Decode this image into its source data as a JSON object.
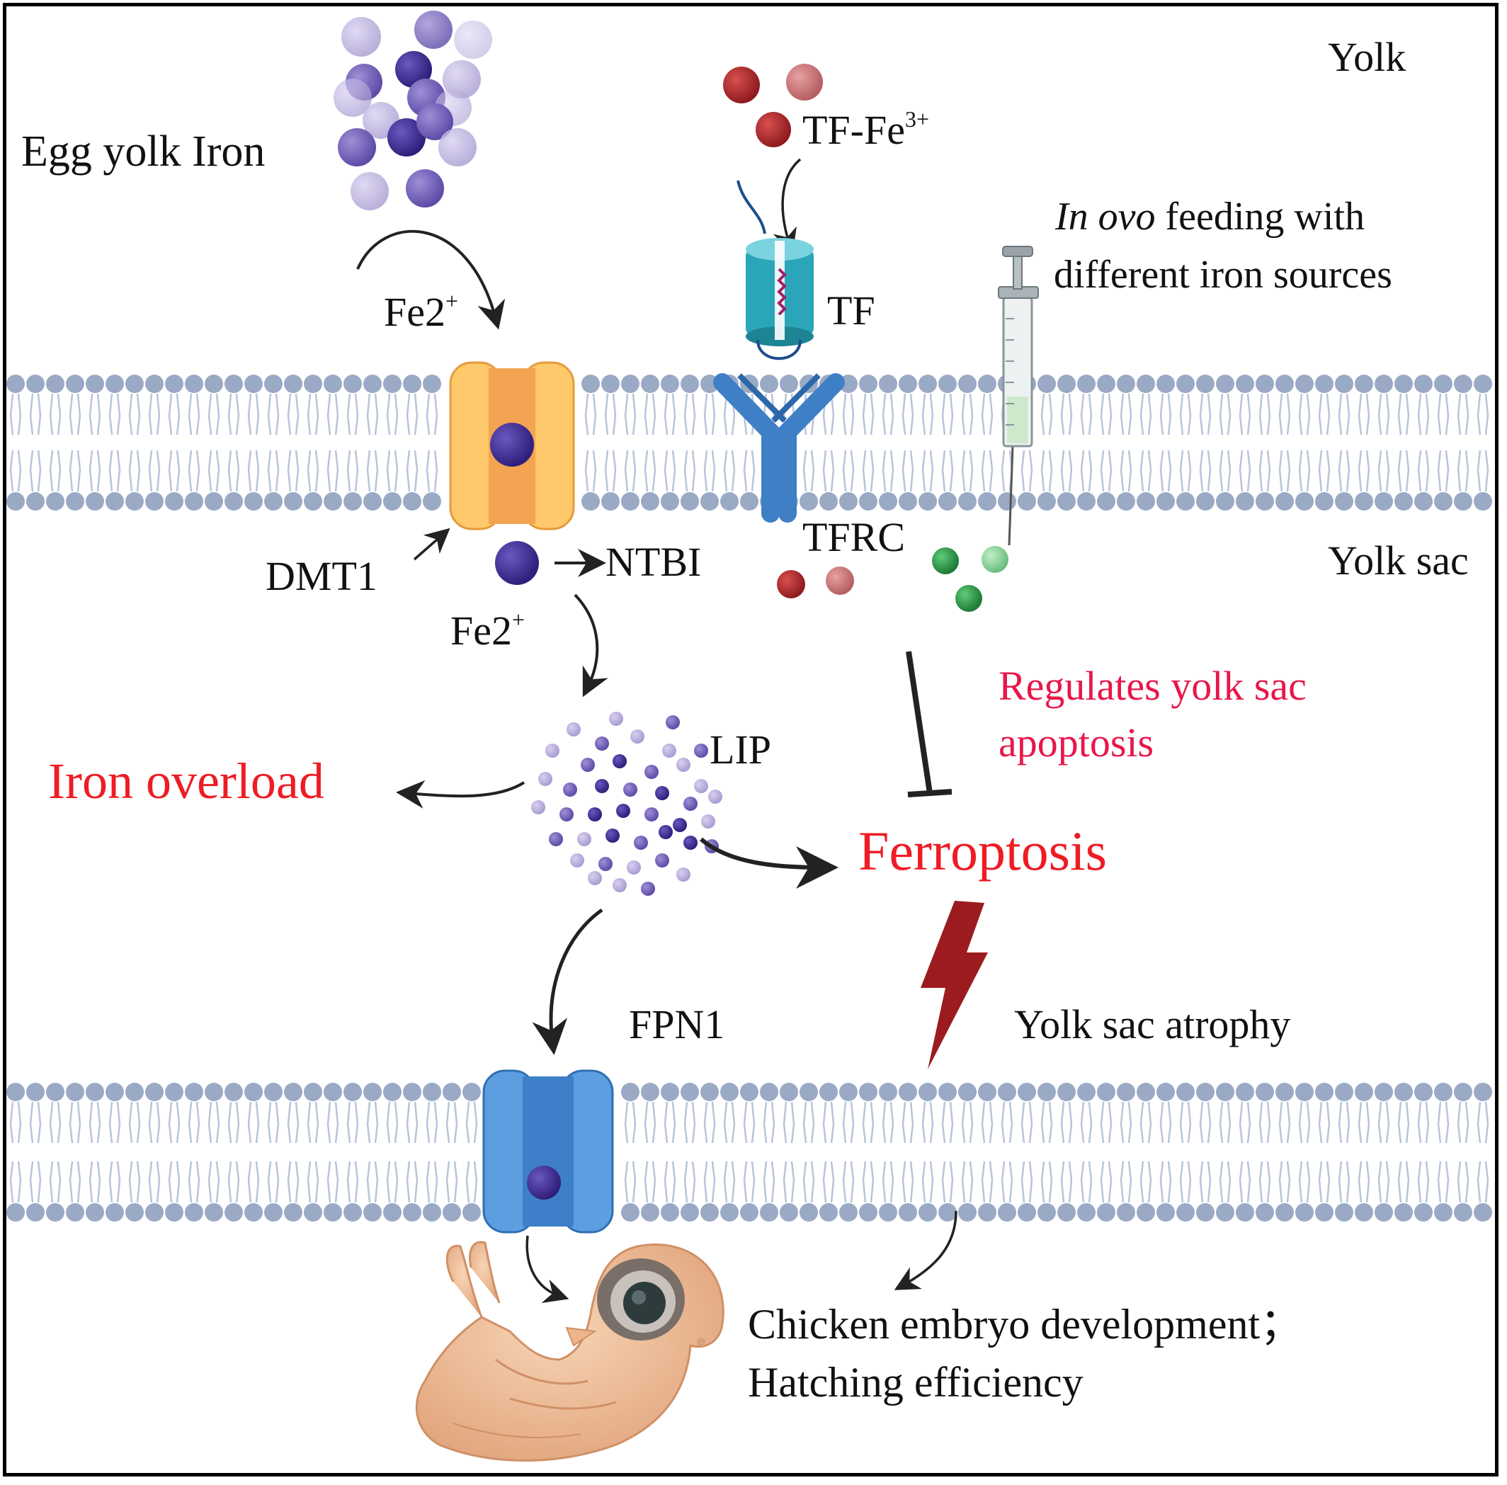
{
  "labels": {
    "yolk": "Yolk",
    "yolk_sac": "Yolk sac",
    "egg_yolk_iron": "Egg yolk Iron",
    "fe2_top_base": "Fe2",
    "fe2_top_sup": "+",
    "tf_fe3_base": "TF-Fe",
    "tf_fe3_sup": "3+",
    "tf": "TF",
    "in_ovo_italic": "In ovo",
    "in_ovo_rest": " feeding with",
    "in_ovo_line2": "different iron sources",
    "dmt1": "DMT1",
    "ntbi": "NTBI",
    "tfrc": "TFRC",
    "fe2_mid_base": "Fe2",
    "fe2_mid_sup": "+",
    "lip": "LIP",
    "iron_overload": "Iron overload",
    "regulates_line1": "Regulates yolk sac",
    "regulates_line2": "apoptosis",
    "ferroptosis": "Ferroptosis",
    "fpn1": "FPN1",
    "yolk_sac_atrophy": "Yolk sac atrophy",
    "embryo_line1": "Chicken embryo development；",
    "embryo_line2": "Hatching efficiency"
  },
  "colors": {
    "membrane_head": "#9aa9c4",
    "membrane_tail": "#b8c4da",
    "iron_dark": "#3d2b8f",
    "iron_light": "#a89ccc",
    "tf_iron": "#b3262c",
    "tf_iron_light": "#c96a6f",
    "green_iron": "#2e9a48",
    "green_iron_light": "#7fcf8f",
    "dmt1_outer": "#ffc96b",
    "dmt1_inner": "#f2a453",
    "fpn1_outer": "#5c9ee0",
    "fpn1_inner": "#3d7fc8",
    "tfrc": "#3f7fc6",
    "tf_cylinder": "#2aa6b8",
    "lightning": "#9b1b1f",
    "embryo": "#f2c29a",
    "red_text": "#ee1c24",
    "crimson_text": "#e8174a"
  }
}
